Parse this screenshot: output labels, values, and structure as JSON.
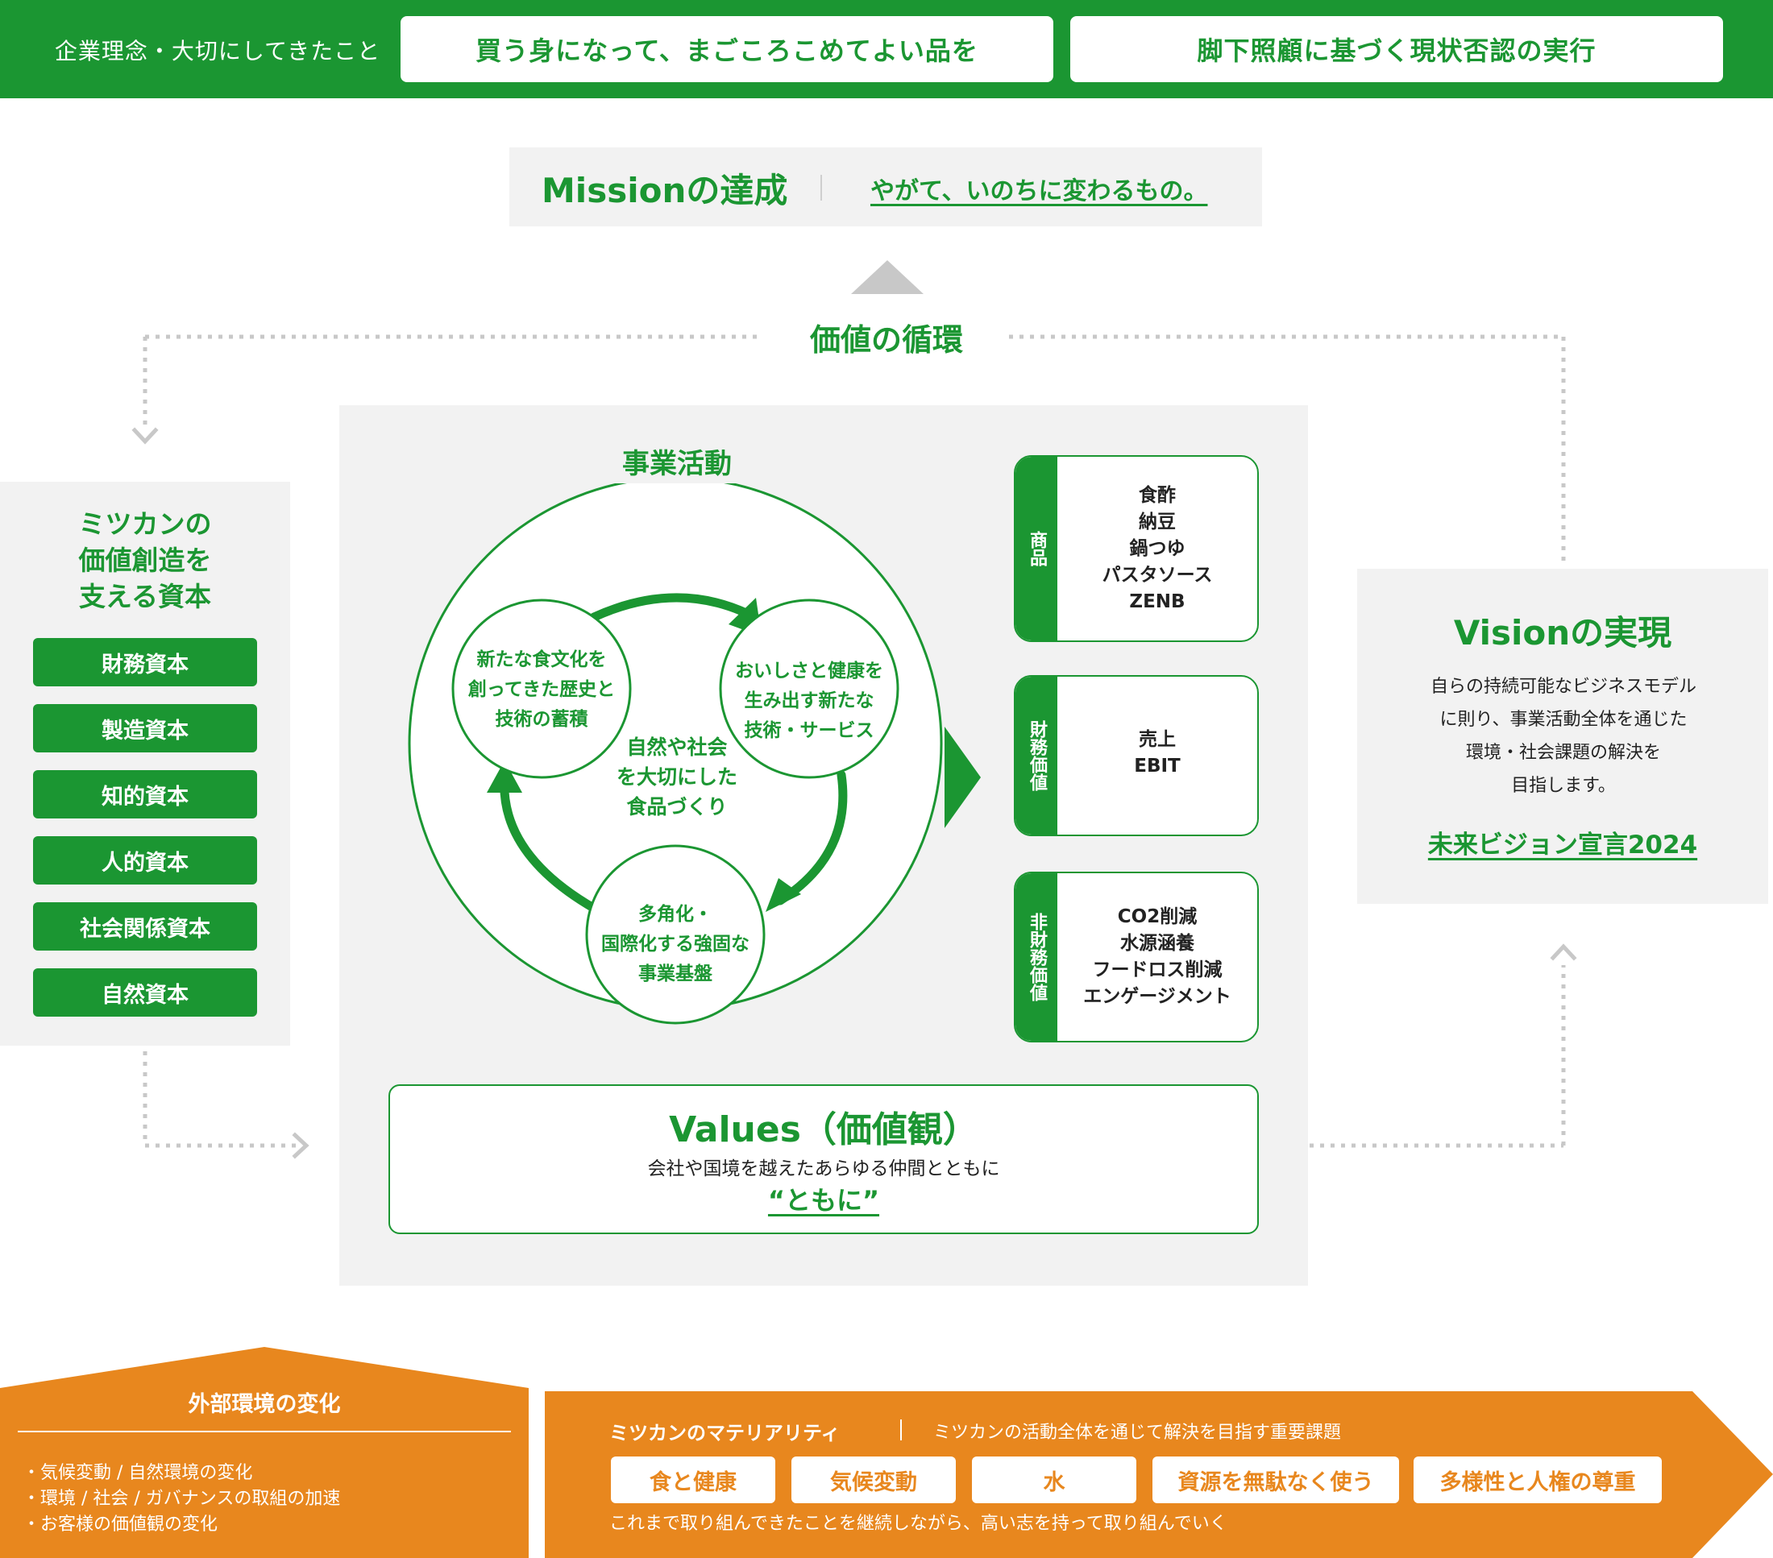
{
  "colors": {
    "green": "#1b9632",
    "orange": "#e8871e",
    "panel_gray": "#f2f2f2",
    "connector_gray": "#c8c8c8"
  },
  "header": {
    "label": "企業理念・大切にしてきたこと",
    "pills": [
      "買う身になって、まごころこめてよい品を",
      "脚下照顧に基づく現状否認の実行"
    ]
  },
  "mission": {
    "title": "Missionの達成",
    "text": "やがて、いのちに変わるもの。"
  },
  "cycle": {
    "label": "価値の循環"
  },
  "capital": {
    "title_lines": [
      "ミツカンの",
      "価値創造を",
      "支える資本"
    ],
    "items": [
      "財務資本",
      "製造資本",
      "知的資本",
      "人的資本",
      "社会関係資本",
      "自然資本"
    ]
  },
  "business": {
    "title": "事業活動",
    "center_lines": [
      "自然や社会",
      "を大切にした",
      "食品づくり"
    ],
    "nodes": [
      {
        "lines": [
          "新たな食文化を",
          "創ってきた歴史と",
          "技術の蓄積"
        ]
      },
      {
        "lines": [
          "おいしさと健康を",
          "生み出す新たな",
          "技術・サービス"
        ]
      },
      {
        "lines": [
          "多角化・",
          "国際化する強固な",
          "事業基盤"
        ]
      }
    ]
  },
  "outputs": [
    {
      "tab": "商品",
      "items": [
        "食酢",
        "納豆",
        "鍋つゆ",
        "パスタソース",
        "ZENB"
      ]
    },
    {
      "tab": "財務価値",
      "items": [
        "売上",
        "EBIT"
      ]
    },
    {
      "tab": "非財務価値",
      "items": [
        "CO2削減",
        "水源涵養",
        "フードロス削減",
        "エンゲージメント"
      ]
    }
  ],
  "values": {
    "title": "Values（価値観）",
    "subtitle": "会社や国境を越えたあらゆる仲間とともに",
    "quote": "“ともに”"
  },
  "vision": {
    "title": "Visionの実現",
    "lines": [
      "自らの持続可能なビジネスモデル",
      "に則り、事業活動全体を通じた",
      "環境・社会課題の解決を",
      "目指します。"
    ],
    "link": "未来ビジョン宣言2024"
  },
  "environment": {
    "title": "外部環境の変化",
    "items": [
      "・気候変動 / 自然環境の変化",
      "・環境 / 社会 / ガバナンスの取組の加速",
      "・お客様の価値観の変化"
    ]
  },
  "materiality": {
    "title": "ミツカンのマテリアリティ",
    "subtitle": "ミツカンの活動全体を通じて解決を目指す重要課題",
    "items": [
      "食と健康",
      "気候変動",
      "水",
      "資源を無駄なく使う",
      "多様性と人権の尊重"
    ],
    "footer": "これまで取り組んできたことを継続しながら、高い志を持って取り組んでいく"
  }
}
